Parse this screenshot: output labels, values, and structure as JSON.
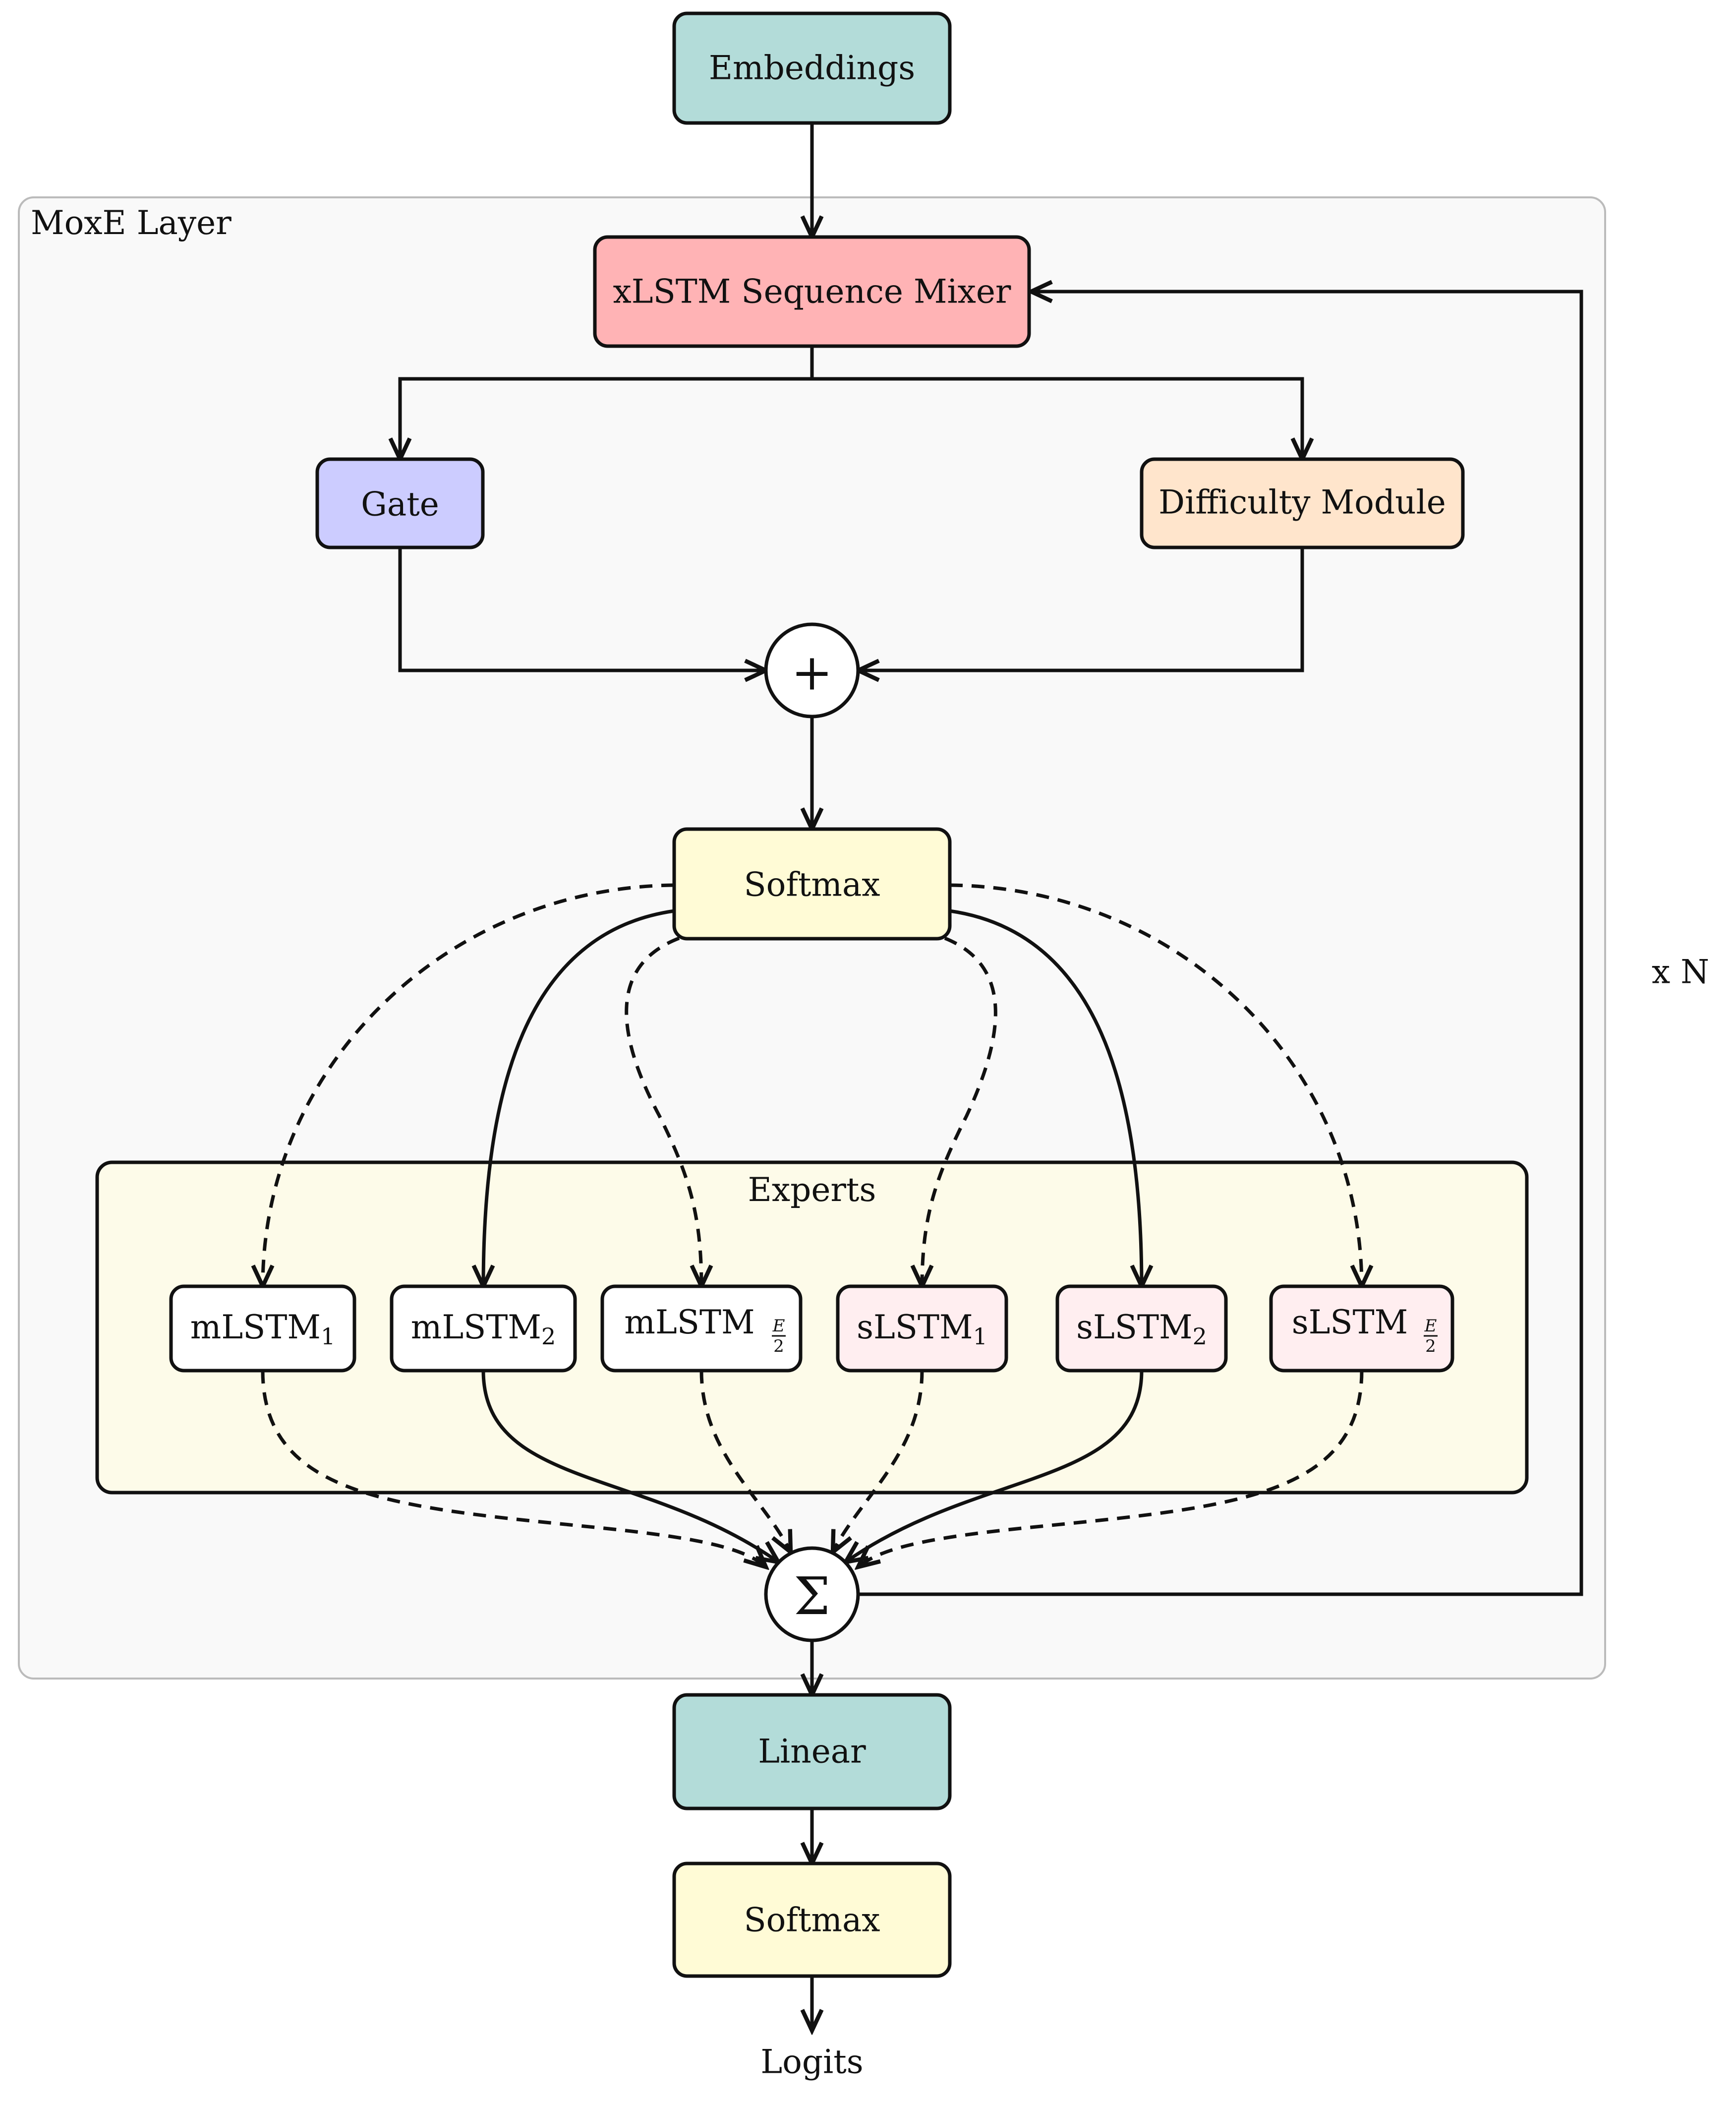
{
  "diagram": {
    "layer_label": "MoxE Layer",
    "repeat_label": "x N",
    "experts_label": "Experts",
    "nodes": {
      "embeddings": {
        "label": "Embeddings",
        "color": "#b3dcd9"
      },
      "mixer": {
        "label": "xLSTM Sequence Mixer",
        "color": "#ffb3b5"
      },
      "gate": {
        "label": "Gate",
        "color": "#ccccff"
      },
      "difficulty": {
        "label": "Difficulty Module",
        "color": "#ffe5cc"
      },
      "plus": {
        "label": "+"
      },
      "softmax_top": {
        "label": "Softmax",
        "color": "#fffbd6"
      },
      "sum": {
        "label": "Σ"
      },
      "linear": {
        "label": "Linear",
        "color": "#b3dcd9"
      },
      "softmax_bottom": {
        "label": "Softmax",
        "color": "#fffbd6"
      },
      "logits": {
        "label": "Logits"
      }
    },
    "experts": [
      {
        "base": "mLSTM",
        "sub": "1",
        "color": "#ffffff"
      },
      {
        "base": "mLSTM",
        "sub": "2",
        "color": "#ffffff"
      },
      {
        "base": "mLSTM",
        "sub_num": "E",
        "sub_den": "2",
        "color": "#ffffff"
      },
      {
        "base": "sLSTM",
        "sub": "1",
        "color": "#ffeef0"
      },
      {
        "base": "sLSTM",
        "sub": "2",
        "color": "#ffeef0"
      },
      {
        "base": "sLSTM",
        "sub_num": "E",
        "sub_den": "2",
        "color": "#ffeef0"
      }
    ],
    "colors": {
      "layer_bg": "#f9f9f9",
      "layer_border": "#bbbbbb",
      "experts_bg": "#fdfbe9",
      "stroke": "#111111"
    }
  }
}
